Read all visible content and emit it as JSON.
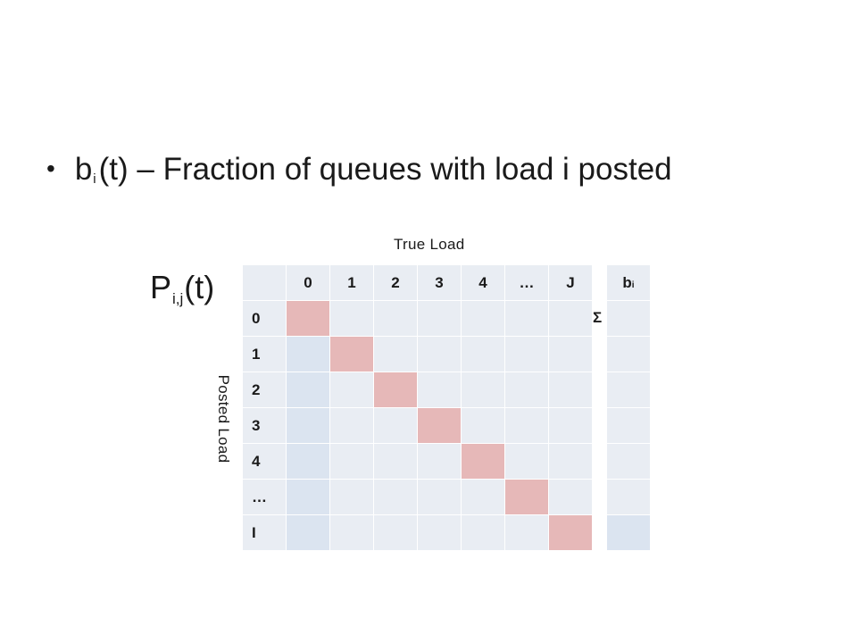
{
  "bullet": {
    "symbol": "b",
    "subscript": "i",
    "text": "(t) – Fraction of queues with load i posted"
  },
  "matrix_label": {
    "symbol": "P",
    "subscript": "i,j",
    "suffix": "(t)"
  },
  "axis": {
    "top": "True Load",
    "left": "Posted Load"
  },
  "columns": [
    "0",
    "1",
    "2",
    "3",
    "4",
    "…",
    "J"
  ],
  "rows": [
    "0",
    "1",
    "2",
    "3",
    "4",
    "…",
    "I"
  ],
  "sum_symbol": "Σ",
  "b_column": {
    "symbol": "b",
    "subscript": "i"
  },
  "colors": {
    "cell": "#e9edf3",
    "diagonal": "#e6b8b8",
    "highlight": "#dbe4f0"
  }
}
